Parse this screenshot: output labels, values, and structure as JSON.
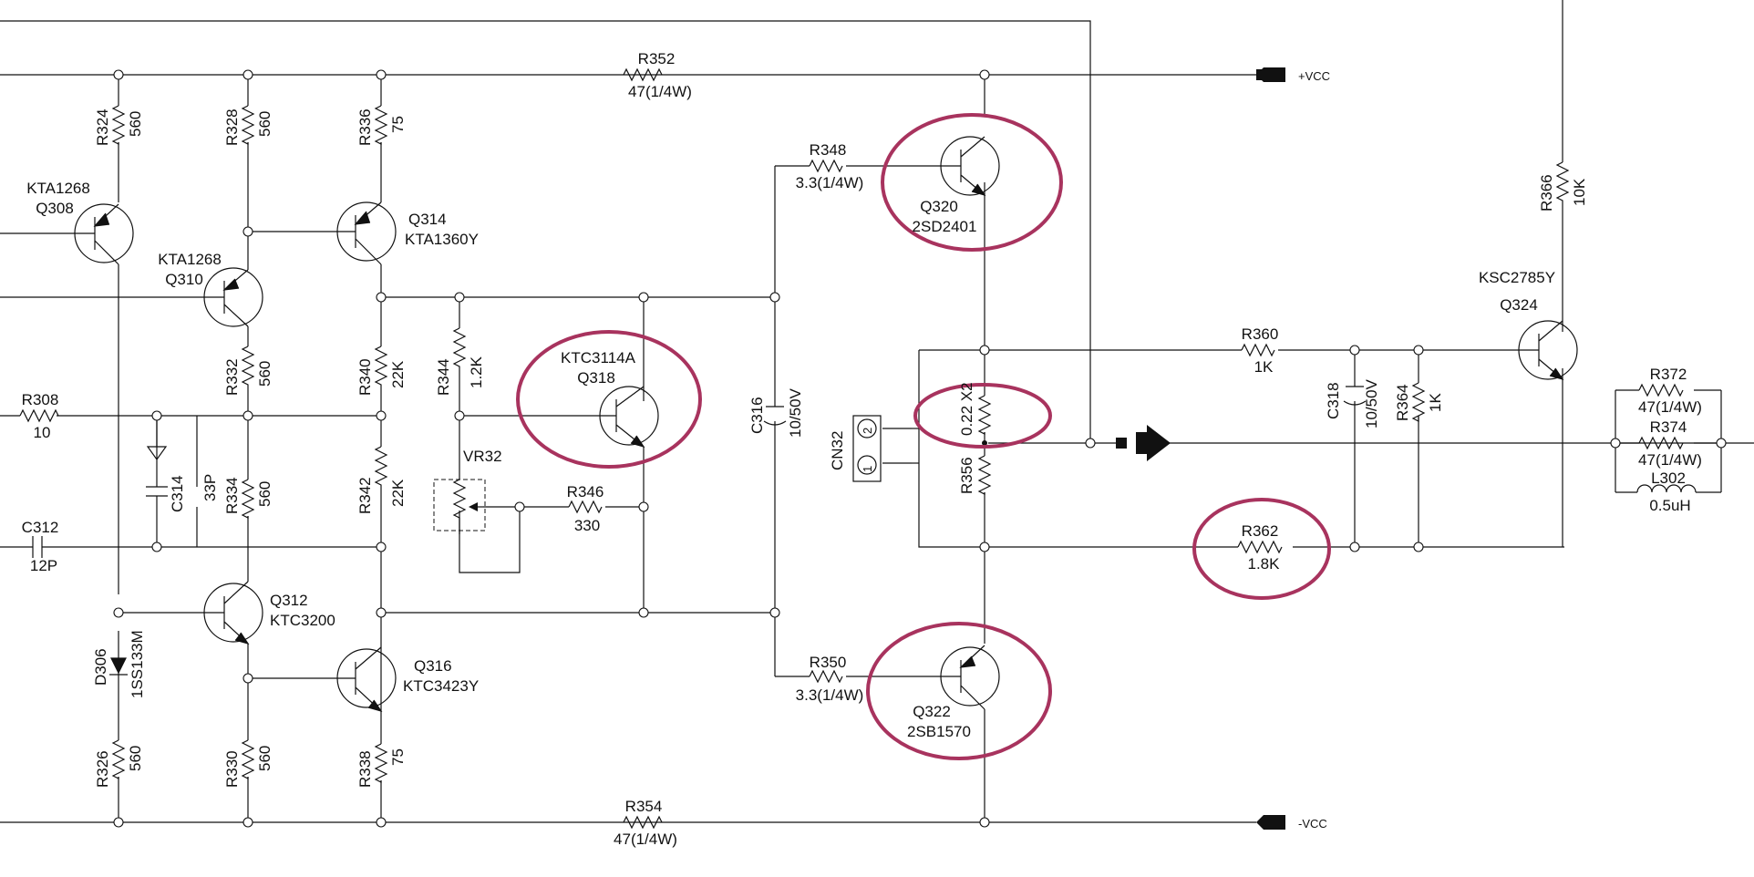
{
  "nets": {
    "vcc_pos": "+VCC",
    "vcc_neg": "-VCC"
  },
  "resistors": {
    "r352": {
      "ref": "R352",
      "val": "47(1/4W)"
    },
    "r354": {
      "ref": "R354",
      "val": "47(1/4W)"
    },
    "r324": {
      "ref": "R324",
      "val": "560"
    },
    "r328": {
      "ref": "R328",
      "val": "560"
    },
    "r336": {
      "ref": "R336",
      "val": "75"
    },
    "r332": {
      "ref": "R332",
      "val": "560"
    },
    "r334": {
      "ref": "R334",
      "val": "560"
    },
    "r340": {
      "ref": "R340",
      "val": "22K"
    },
    "r342": {
      "ref": "R342",
      "val": "22K"
    },
    "r344": {
      "ref": "R344",
      "val": "1.2K"
    },
    "r346": {
      "ref": "R346",
      "val": "330"
    },
    "r348": {
      "ref": "R348",
      "val": "3.3(1/4W)"
    },
    "r350": {
      "ref": "R350",
      "val": "3.3(1/4W)"
    },
    "r356": {
      "ref": "R356",
      "val": "0.22 X2"
    },
    "r308": {
      "ref": "R308",
      "val": "10"
    },
    "r326": {
      "ref": "R326",
      "val": "560"
    },
    "r330": {
      "ref": "R330",
      "val": "560"
    },
    "r338": {
      "ref": "R338",
      "val": "75"
    },
    "r360": {
      "ref": "R360",
      "val": "1K"
    },
    "r362": {
      "ref": "R362",
      "val": "1.8K"
    },
    "r364": {
      "ref": "R364",
      "val": "1K"
    },
    "r366": {
      "ref": "R366",
      "val": "10K"
    },
    "r372": {
      "ref": "R372",
      "val": "47(1/4W)"
    },
    "r374": {
      "ref": "R374",
      "val": "47(1/4W)"
    }
  },
  "transistors": {
    "q308": {
      "ref": "Q308",
      "part": "KTA1268"
    },
    "q310": {
      "ref": "Q310",
      "part": "KTA1268"
    },
    "q312": {
      "ref": "Q312",
      "part": "KTC3200"
    },
    "q314": {
      "ref": "Q314",
      "part": "KTA1360Y"
    },
    "q316": {
      "ref": "Q316",
      "part": "KTC3423Y"
    },
    "q318": {
      "ref": "Q318",
      "part": "KTC3114A"
    },
    "q320": {
      "ref": "Q320",
      "part": "2SD2401"
    },
    "q322": {
      "ref": "Q322",
      "part": "2SB1570"
    },
    "q324": {
      "ref": "Q324",
      "part": "KSC2785Y"
    }
  },
  "capacitors": {
    "c312": {
      "ref": "C312",
      "val": "12P"
    },
    "c314": {
      "ref": "C314",
      "val": "33P"
    },
    "c316": {
      "ref": "C316",
      "val": "10/50V"
    },
    "c318": {
      "ref": "C318",
      "val": "10/50V"
    }
  },
  "diode": {
    "ref": "D306",
    "part": "1SS133M"
  },
  "trimmer": {
    "ref": "VR32"
  },
  "inductor": {
    "ref": "L302",
    "val": "0.5uH"
  },
  "connector": {
    "ref": "CN32",
    "pin1": "1",
    "pin2": "2"
  },
  "colors": {
    "wire": "#111111",
    "highlight": "#a8335e"
  }
}
